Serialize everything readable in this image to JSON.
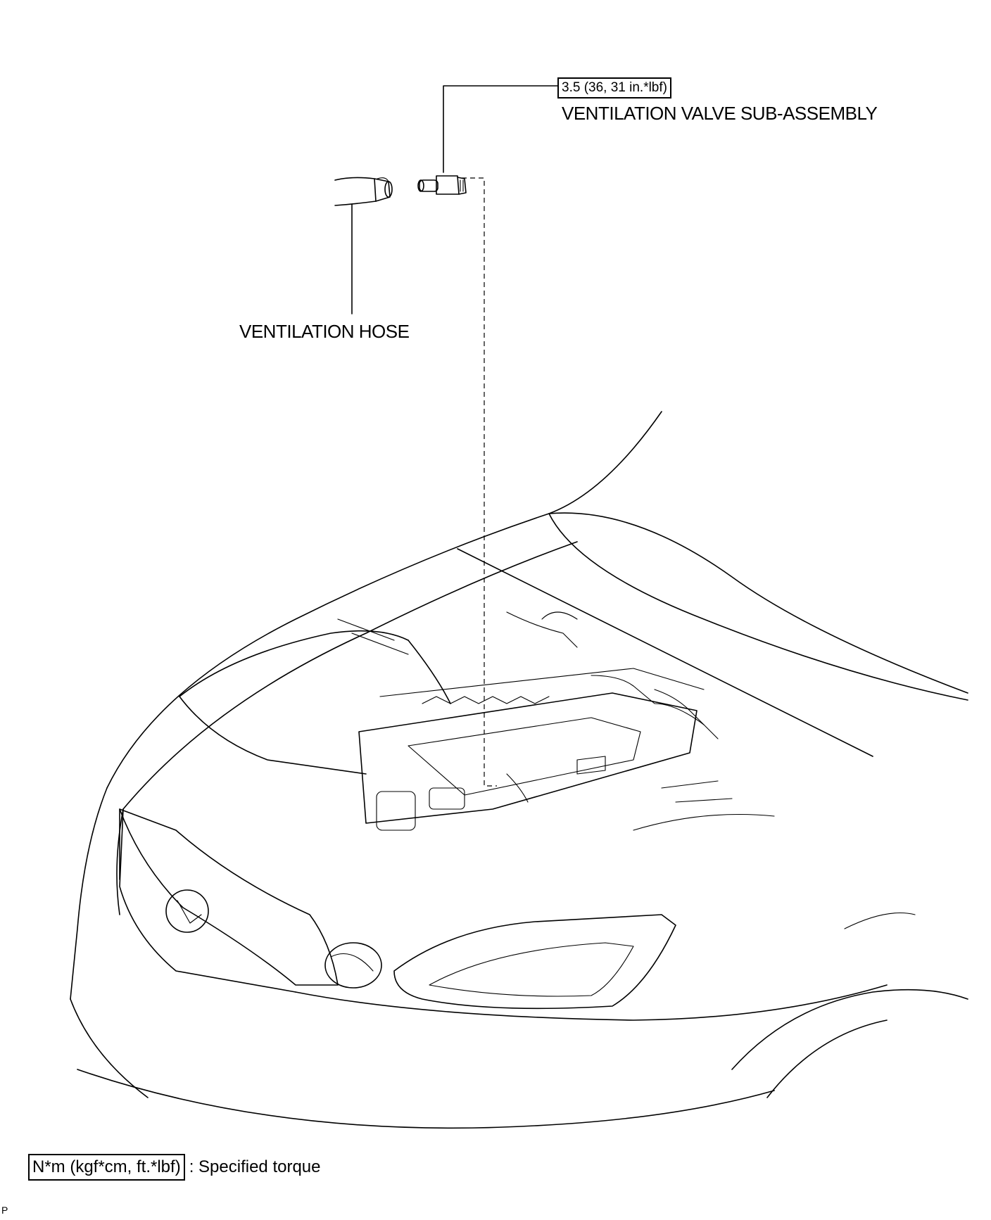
{
  "labels": {
    "torque_spec": "3.5 (36, 31 in.*lbf)",
    "valve_name": "VENTILATION VALVE SUB-ASSEMBLY",
    "hose_name": "VENTILATION HOSE"
  },
  "legend": {
    "unit_box": "N*m (kgf*cm, ft.*lbf)",
    "description": ": Specified torque"
  },
  "corner_mark": "P"
}
